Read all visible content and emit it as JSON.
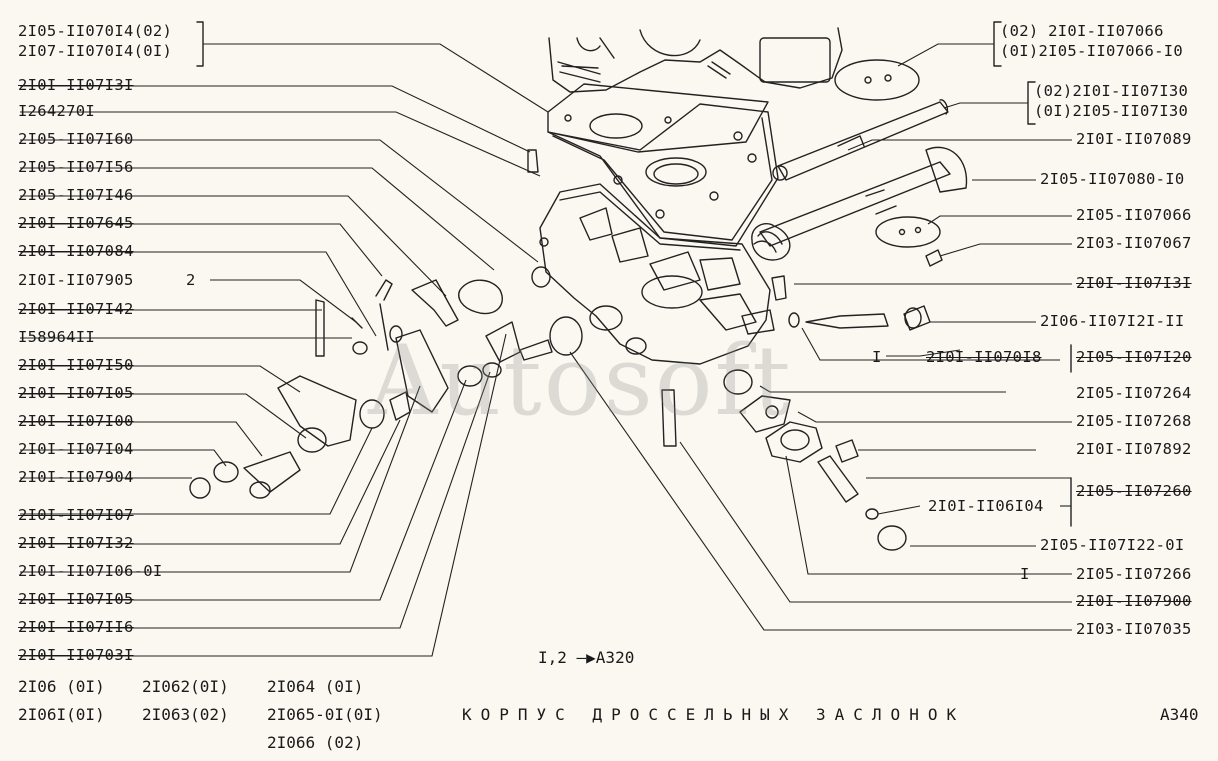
{
  "left_labels": [
    {
      "text": "2I05-II070I4(02)",
      "strike": false
    },
    {
      "text": "2I07-II070I4(0I)",
      "strike": false
    },
    {
      "text": "2I0I-II07I3I",
      "strike": true
    },
    {
      "text": "I264270I",
      "strike": false
    },
    {
      "text": "2I05-II07I60",
      "strike": false
    },
    {
      "text": "2I05-II07I56",
      "strike": false
    },
    {
      "text": "2I05-II07I46",
      "strike": false
    },
    {
      "text": "2I0I-II07645",
      "strike": true
    },
    {
      "text": "2I0I-II07084",
      "strike": true
    },
    {
      "text": "2I0I-II07905",
      "strike": false
    },
    {
      "text": "2I0I-II07I42",
      "strike": true
    },
    {
      "text": "I58964II",
      "strike": false
    },
    {
      "text": "2I0I-II07I50",
      "strike": true
    },
    {
      "text": "2I0I-II07I05",
      "strike": true
    },
    {
      "text": "2I0I-II07I00",
      "strike": true
    },
    {
      "text": "2I0I-II07I04",
      "strike": false
    },
    {
      "text": "2I0I-II07904",
      "strike": false
    },
    {
      "text": "2I0I-II07I07",
      "strike": true
    },
    {
      "text": "2I0I-II07I32",
      "strike": true
    },
    {
      "text": "2I0I-II07I06-0I",
      "strike": false
    },
    {
      "text": "2I0I-II07I05",
      "strike": true
    },
    {
      "text": "2I0I-II07II6",
      "strike": true
    },
    {
      "text": "2I0I-II0703I",
      "strike": true
    }
  ],
  "note_2": "2",
  "right_labels": [
    {
      "text": "(02)   2I0I-II07066",
      "strike": false
    },
    {
      "text": "(0I)2I05-II07066-I0",
      "strike": false
    },
    {
      "text": "(02)2I0I-II07I30",
      "strike": false
    },
    {
      "text": "(0I)2I05-II07I30",
      "strike": false
    },
    {
      "text": "2I0I-II07089",
      "strike": false
    },
    {
      "text": "2I05-II07080-I0",
      "strike": false
    },
    {
      "text": "2I05-II07066",
      "strike": false
    },
    {
      "text": "2I03-II07067",
      "strike": false
    },
    {
      "text": "2I0I-II07I3I",
      "strike": true
    },
    {
      "text": "2I06-II07I2I-II",
      "strike": false
    },
    {
      "text": "2I05-II07I20",
      "strike": true
    },
    {
      "text": "2I05-II07264",
      "strike": false
    },
    {
      "text": "2I05-II07268",
      "strike": false
    },
    {
      "text": "2I0I-II07892",
      "strike": false
    },
    {
      "text": "2I05-II07260",
      "strike": true
    },
    {
      "text": "2I05-II07I22-0I",
      "strike": false
    },
    {
      "text": "2I05-II07266",
      "strike": false
    },
    {
      "text": "2I0I-II07900",
      "strike": true
    },
    {
      "text": "2I03-II07035",
      "strike": false
    }
  ],
  "mid_labels": {
    "i_first": "I",
    "part_07018": "2I0I-II070I8",
    "part_06104": "2I0I-II06I04",
    "i_second": "I"
  },
  "reference": "I,2 —▶A320",
  "models": {
    "c1r1": "2I06 (0I)",
    "c1r2": "2I06I(0I)",
    "c2r1": "2I062(0I)",
    "c2r2": "2I063(02)",
    "c3r1": "2I064   (0I)",
    "c3r2": "2I065-0I(0I)",
    "c3r3": "2I066   (02)"
  },
  "title": "КОРПУС ДРОССЕЛЬНЫХ ЗАСЛОНОК",
  "page_code": "A340",
  "watermark": "Autosoft"
}
